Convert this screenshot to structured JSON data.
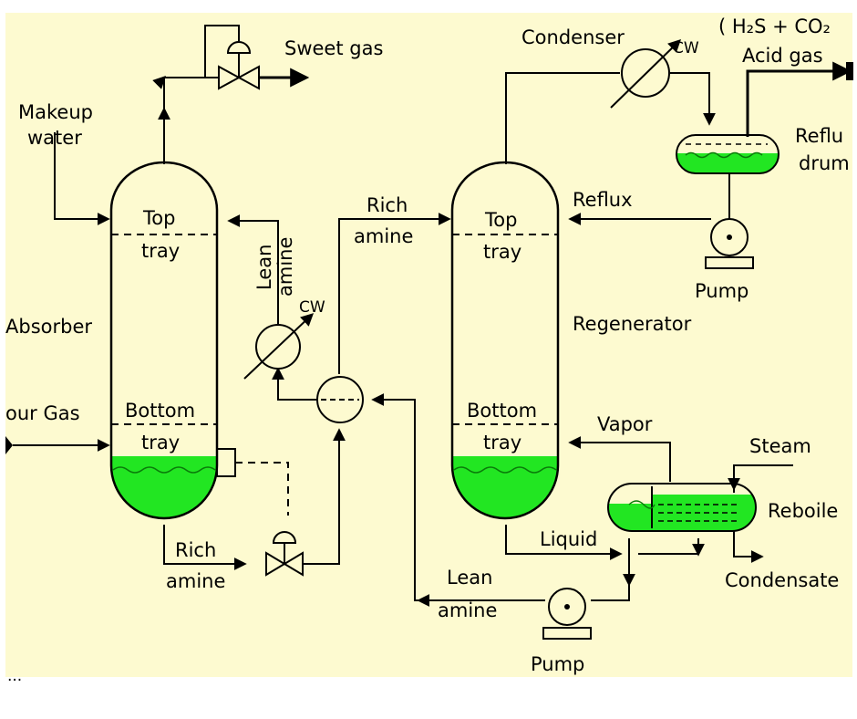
{
  "colors": {
    "background": "#fdfad0",
    "liquid": "#22e622",
    "line": "#000000"
  },
  "labels": {
    "sweet_gas": "Sweet gas",
    "makeup_water_1": "Makeup",
    "makeup_water_2": "water",
    "absorber": "Absorber",
    "sour_gas": "our Gas",
    "absorber_top_1": "Top",
    "absorber_top_2": "tray",
    "absorber_bottom_1": "Bottom",
    "absorber_bottom_2": "tray",
    "lean_amine_vertical_1": "Lean",
    "lean_amine_vertical_2": "amine",
    "cw_lean": "CW",
    "rich_amine_top_1": "Rich",
    "rich_amine_top_2": "amine",
    "rich_amine_bottom_1": "Rich",
    "rich_amine_bottom_2": "amine",
    "lean_amine_bottom_1": "Lean",
    "lean_amine_bottom_2": "amine",
    "regen_top_1": "Top",
    "regen_top_2": "tray",
    "regen_bottom_1": "Bottom",
    "regen_bottom_2": "tray",
    "regenerator": "Regenerator",
    "condenser": "Condenser",
    "cw_condenser": "CW",
    "acid_gas_formula": "( H₂S + CO₂",
    "acid_gas": "Acid gas",
    "reflux_drum_1": "Reflu",
    "reflux_drum_2": "drum",
    "reflux": "Reflux",
    "pump_top": "Pump",
    "vapor": "Vapor",
    "steam": "Steam",
    "reboiler": "Reboile",
    "liquid": "Liquid",
    "condensate": "Condensate",
    "pump_bottom": "Pump",
    "caption_fragment": "..."
  }
}
